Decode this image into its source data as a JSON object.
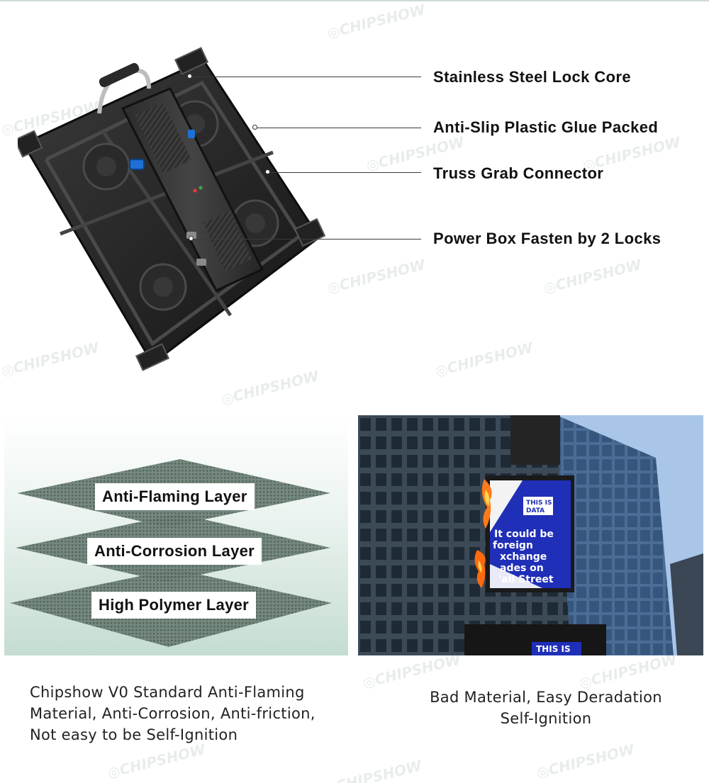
{
  "watermark": "CHIPSHOW",
  "features": [
    "Stainless Steel Lock Core",
    "Anti-Slip Plastic Glue Packed",
    "Truss Grab Connector",
    "Power Box Fasten by 2 Locks"
  ],
  "layers": [
    "Anti-Flaming Layer",
    "Anti-Corrosion Layer",
    "High Polymer Layer"
  ],
  "billboard": {
    "badge_line1": "THIS IS",
    "badge_line2": "DATA",
    "lines": [
      "It could be",
      "foreign",
      "xchange",
      "ades on",
      "'all Street"
    ],
    "lower_screen": "THIS IS"
  },
  "captions": {
    "left": [
      "Chipshow V0 Standard Anti-Flaming",
      "Material, Anti-Corrosion, Anti-friction,",
      "Not easy to be Self-Ignition"
    ],
    "right": [
      "Bad Material, Easy Deradation",
      "Self-Ignition"
    ]
  },
  "colors": {
    "cabinet": "#1e1e1e",
    "connector_blue": "#1f6fd6",
    "panel_green": "#c5ddd1",
    "fire": "#ff7a1a",
    "screen_blue": "#1f2fb8"
  }
}
